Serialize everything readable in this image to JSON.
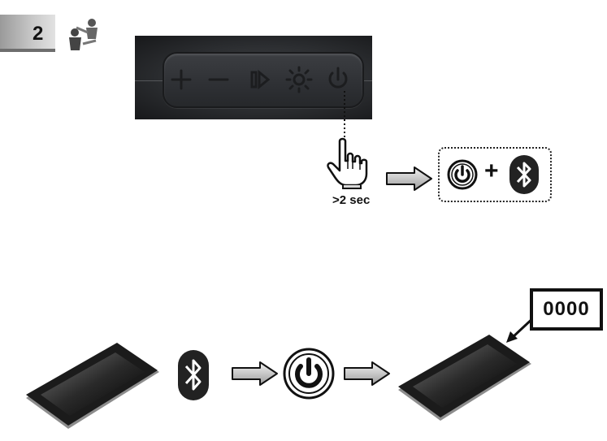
{
  "step": {
    "number": "2",
    "icon": "pairing-icon"
  },
  "panel": {
    "buttons": [
      "volume-up-icon",
      "volume-down-icon",
      "play-pause-icon",
      "light-icon",
      "power-icon"
    ]
  },
  "press": {
    "duration": ">2 sec",
    "target_icon": "hand-press-icon"
  },
  "result": {
    "icons": [
      "power-icon",
      "bluetooth-icon"
    ],
    "joiner": "+"
  },
  "pairing": {
    "sequence": [
      "tablet-icon",
      "bluetooth-icon",
      "power-icon",
      "tablet-icon"
    ],
    "pin_code": "0000"
  },
  "colors": {
    "ink": "#111111",
    "panel": "#2b2d30",
    "step_bar": "#9a9a9a"
  }
}
